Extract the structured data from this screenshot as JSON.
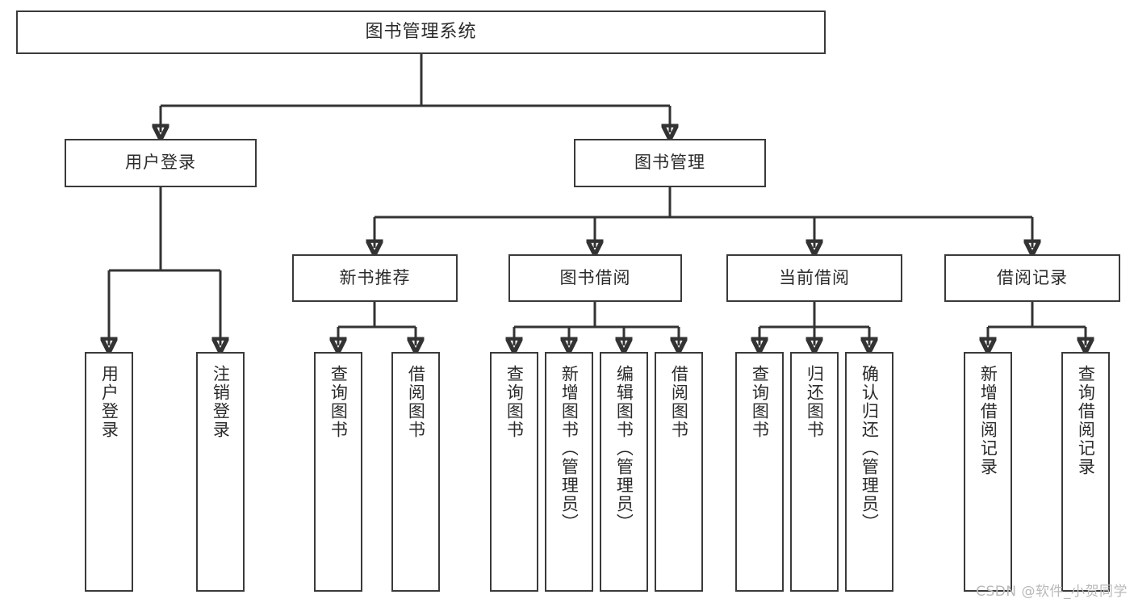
{
  "diagram": {
    "type": "tree",
    "title": "图书管理系统",
    "watermark": "CSDN @软件_小贺同学",
    "colors": {
      "stroke": "#333333",
      "box_border": "#3a3a3a",
      "background": "#ffffff",
      "text": "#2b2b2b",
      "watermark": "#b9b9b9"
    },
    "nodes": {
      "root": {
        "label": "图书管理系统",
        "level": 1,
        "orientation": "horizontal"
      },
      "l2_1": {
        "label": "用户登录",
        "level": 2,
        "orientation": "horizontal"
      },
      "l2_2": {
        "label": "图书管理",
        "level": 2,
        "orientation": "horizontal"
      },
      "l3_1": {
        "label": "新书推荐",
        "level": 3,
        "orientation": "horizontal"
      },
      "l3_2": {
        "label": "图书借阅",
        "level": 3,
        "orientation": "horizontal"
      },
      "l3_3": {
        "label": "当前借阅",
        "level": 3,
        "orientation": "horizontal"
      },
      "l3_4": {
        "label": "借阅记录",
        "level": 3,
        "orientation": "horizontal"
      },
      "leaf_1": {
        "label": "用户登录",
        "level": 4,
        "orientation": "vertical",
        "parent": "用户登录"
      },
      "leaf_2": {
        "label": "注销登录",
        "level": 4,
        "orientation": "vertical",
        "parent": "用户登录"
      },
      "leaf_3": {
        "label": "查询图书",
        "level": 4,
        "orientation": "vertical",
        "parent": "新书推荐"
      },
      "leaf_4": {
        "label": "借阅图书",
        "level": 4,
        "orientation": "vertical",
        "parent": "新书推荐"
      },
      "leaf_5": {
        "label": "查询图书",
        "level": 4,
        "orientation": "vertical",
        "parent": "图书借阅"
      },
      "leaf_6": {
        "label": "新增图书（管理员）",
        "level": 4,
        "orientation": "vertical",
        "parent": "图书借阅"
      },
      "leaf_7": {
        "label": "编辑图书（管理员）",
        "level": 4,
        "orientation": "vertical",
        "parent": "图书借阅"
      },
      "leaf_8": {
        "label": "借阅图书",
        "level": 4,
        "orientation": "vertical",
        "parent": "图书借阅"
      },
      "leaf_9": {
        "label": "查询图书",
        "level": 4,
        "orientation": "vertical",
        "parent": "当前借阅"
      },
      "leaf_10": {
        "label": "归还图书",
        "level": 4,
        "orientation": "vertical",
        "parent": "当前借阅"
      },
      "leaf_11": {
        "label": "确认归还（管理员）",
        "level": 4,
        "orientation": "vertical",
        "parent": "当前借阅"
      },
      "leaf_12": {
        "label": "新增借阅记录",
        "level": 4,
        "orientation": "vertical",
        "parent": "借阅记录"
      },
      "leaf_13": {
        "label": "查询借阅记录",
        "level": 4,
        "orientation": "vertical",
        "parent": "借阅记录"
      }
    }
  }
}
